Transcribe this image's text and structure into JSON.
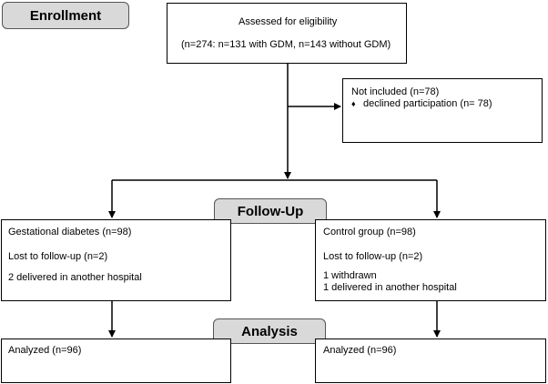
{
  "stages": {
    "enrollment": "Enrollment",
    "followup": "Follow-Up",
    "analysis": "Analysis"
  },
  "assessed": {
    "title": "Assessed for eligibility",
    "detail": "(n=274: n=131 with GDM, n=143 without GDM)"
  },
  "not_included": {
    "title": "Not included (n=78)",
    "bullet": "♦",
    "reason": "declined participation (n= 78)"
  },
  "gdm": {
    "title": "Gestational diabetes (n=98)",
    "lost": "Lost to follow-up (n=2)",
    "detail": "2 delivered in another hospital",
    "analyzed": "Analyzed (n=96)"
  },
  "control": {
    "title": "Control group (n=98)",
    "lost": "Lost to follow-up (n=2)",
    "detail1": "1 withdrawn",
    "detail2": "1 delivered in another hospital",
    "analyzed": "Analyzed (n=96)"
  }
}
